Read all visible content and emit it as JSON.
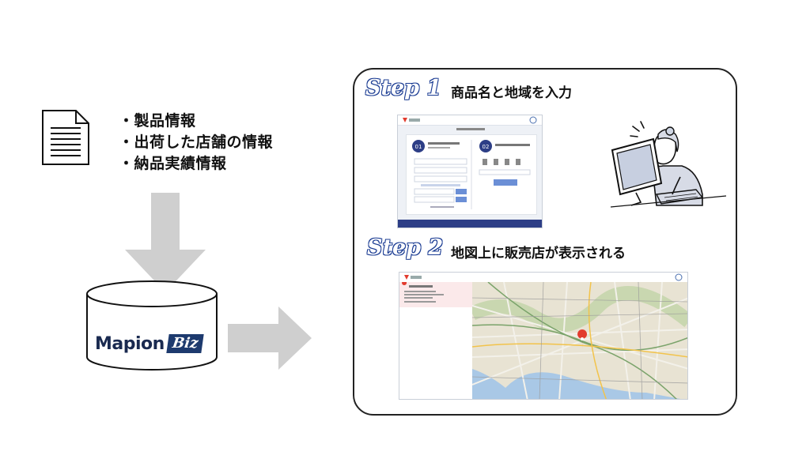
{
  "left": {
    "info_items": [
      "・製品情報",
      "・出荷した店舗の情報",
      "・納品実績情報"
    ],
    "logo": {
      "main": "Mapion",
      "sub": "Biz"
    }
  },
  "panel": {
    "step1": {
      "label": "Step 1",
      "title": "商品名と地域を入力"
    },
    "step2": {
      "label": "Step 2",
      "title": "地図上に販売店が表示される"
    }
  },
  "colors": {
    "arrow": "#cfcfcf",
    "step_outline": "#1b3c93",
    "logo_box": "#1d3a6e",
    "screenshot_footer": "#2d3e86",
    "map_pin": "#e23b2e"
  }
}
